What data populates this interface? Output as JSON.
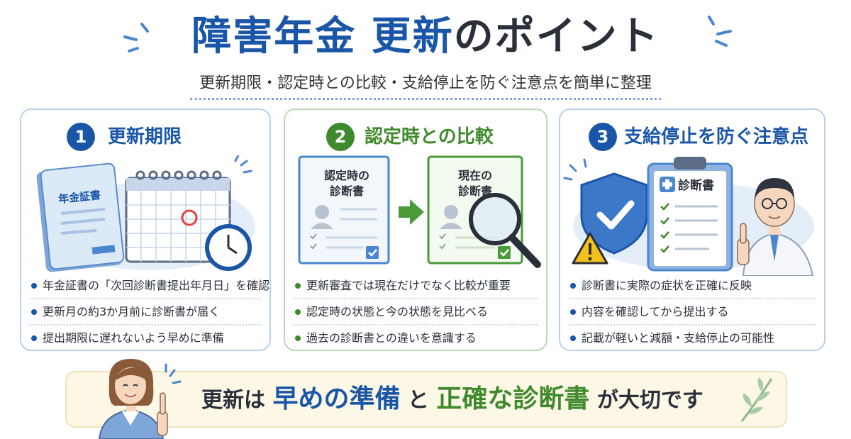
{
  "header": {
    "title_part1": "障害年金",
    "title_part2": "更新",
    "title_part3": "のポイント",
    "subtitle": "更新期限・認定時との比較・支給停止を防ぐ注意点を簡単に整理"
  },
  "panels": [
    {
      "number": "1",
      "title": "更新期限",
      "illustration": {
        "booklet_label": "年金証書"
      },
      "bullets": [
        "年金証書の「次回診断書提出年月日」を確認",
        "更新月の約3か月前に診断書が届く",
        "提出期限に遅れないよう早めに準備"
      ]
    },
    {
      "number": "2",
      "title": "認定時との比較",
      "illustration": {
        "doc1_line1": "認定時の",
        "doc1_line2": "診断書",
        "doc2_line1": "現在の",
        "doc2_line2": "診断書"
      },
      "bullets": [
        "更新審査では現在だけでなく比較が重要",
        "認定時の状態と今の状態を見比べる",
        "過去の診断書との違いを意識する"
      ]
    },
    {
      "number": "3",
      "title": "支給停止を防ぐ注意点",
      "illustration": {
        "clipboard_label": "診断書"
      },
      "bullets": [
        "診断書に実際の症状を正確に反映",
        "内容を確認してから提出する",
        "記載が軽いと減額・支給停止の可能性"
      ]
    }
  ],
  "banner": {
    "part1": "更新は",
    "part2": "早めの準備",
    "part3": "と",
    "part4": "正確な診断書",
    "part5": "が大切です"
  },
  "colors": {
    "accent_blue": "#1a56a8",
    "accent_green": "#3f8a2c",
    "banner_bg": "#fdf7e6"
  },
  "icons": [
    "sparkle-icon",
    "booklet-icon",
    "calendar-icon",
    "clock-icon",
    "arrow-right-icon",
    "magnifier-icon",
    "checkbox-icon",
    "shield-check-icon",
    "warning-icon",
    "clipboard-icon",
    "medical-cross-icon",
    "doctor-icon",
    "woman-pointing-icon",
    "leaf-icon"
  ]
}
